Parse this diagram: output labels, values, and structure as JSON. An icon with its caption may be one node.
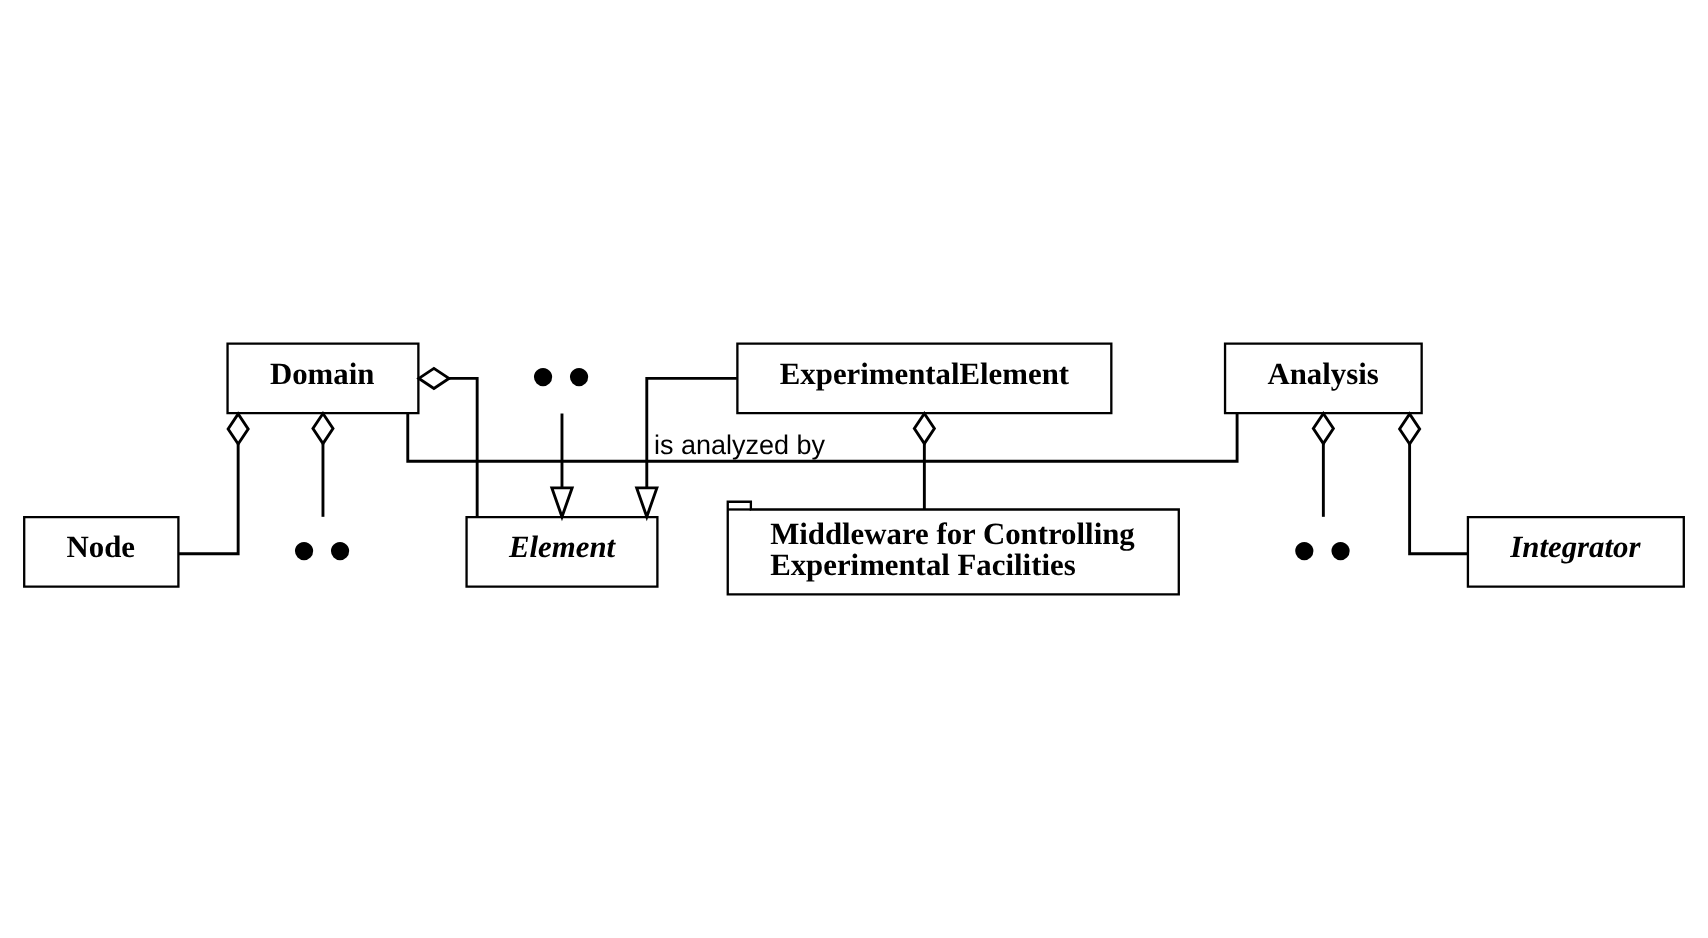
{
  "diagram": {
    "nodes": [
      {
        "text": [
          "Domain"
        ]
      },
      {
        "text": [
          "Analysis"
        ]
      },
      {
        "text": [
          "Element"
        ]
      },
      {
        "text": [
          "Node"
        ]
      },
      {
        "text": [
          "● ●"
        ]
      },
      {
        "text": [
          "Integrator"
        ]
      },
      {
        "text": [
          "● ●"
        ]
      },
      {
        "text": [
          "● ●"
        ]
      },
      {
        "text": [
          "ExperimentalElement"
        ]
      },
      {
        "text": [
          "Middleware for Controlling Experimental Facilities"
        ]
      }
    ],
    "edges": [
      {
        "from": 0,
        "to": 1,
        "arrow": "none",
        "label": "is analyzed by"
      },
      {
        "from": 0,
        "to": 2,
        "arrow": "other"
      },
      {
        "from": 0,
        "to": 3,
        "arrow": "other"
      },
      {
        "from": 0,
        "to": 4,
        "arrow": "other"
      },
      {
        "from": 1,
        "to": 5,
        "arrow": "other"
      },
      {
        "from": 1,
        "to": 6,
        "arrow": "other"
      },
      {
        "from": 7,
        "to": 2,
        "arrow": "to"
      },
      {
        "from": 8,
        "to": 2,
        "arrow": "to"
      },
      {
        "from": 8,
        "to": 9,
        "arrow": "other"
      }
    ]
  }
}
